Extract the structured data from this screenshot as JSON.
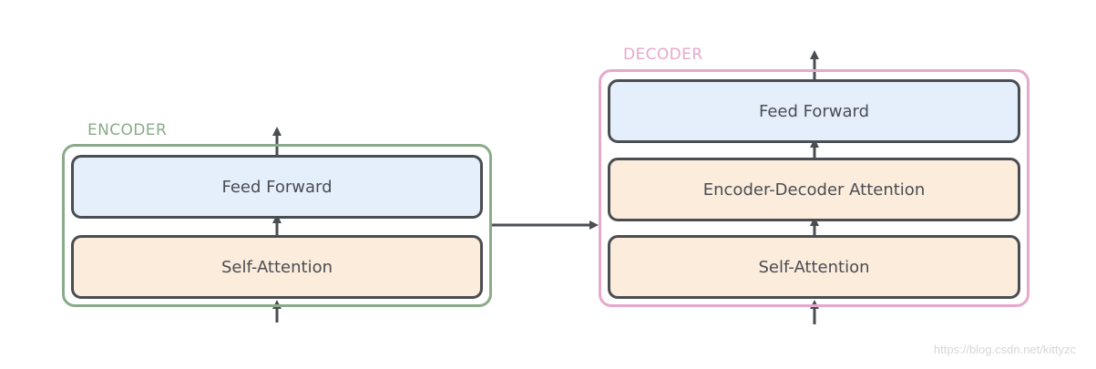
{
  "encoder": {
    "label": "ENCODER",
    "color": "#8aab8a",
    "blocks": [
      {
        "label": "Feed Forward",
        "type": "feed-forward"
      },
      {
        "label": "Self-Attention",
        "type": "attention"
      }
    ]
  },
  "decoder": {
    "label": "DECODER",
    "color": "#e7a8cd",
    "blocks": [
      {
        "label": "Feed Forward",
        "type": "feed-forward"
      },
      {
        "label": "Encoder-Decoder Attention",
        "type": "attention"
      },
      {
        "label": "Self-Attention",
        "type": "attention"
      }
    ]
  },
  "colors": {
    "feed_forward_fill": "#e4effb",
    "attention_fill": "#fbecdc",
    "border": "#4a4d52",
    "arrow": "#4a4d52"
  },
  "watermark": "https://blog.csdn.net/kittyzc"
}
